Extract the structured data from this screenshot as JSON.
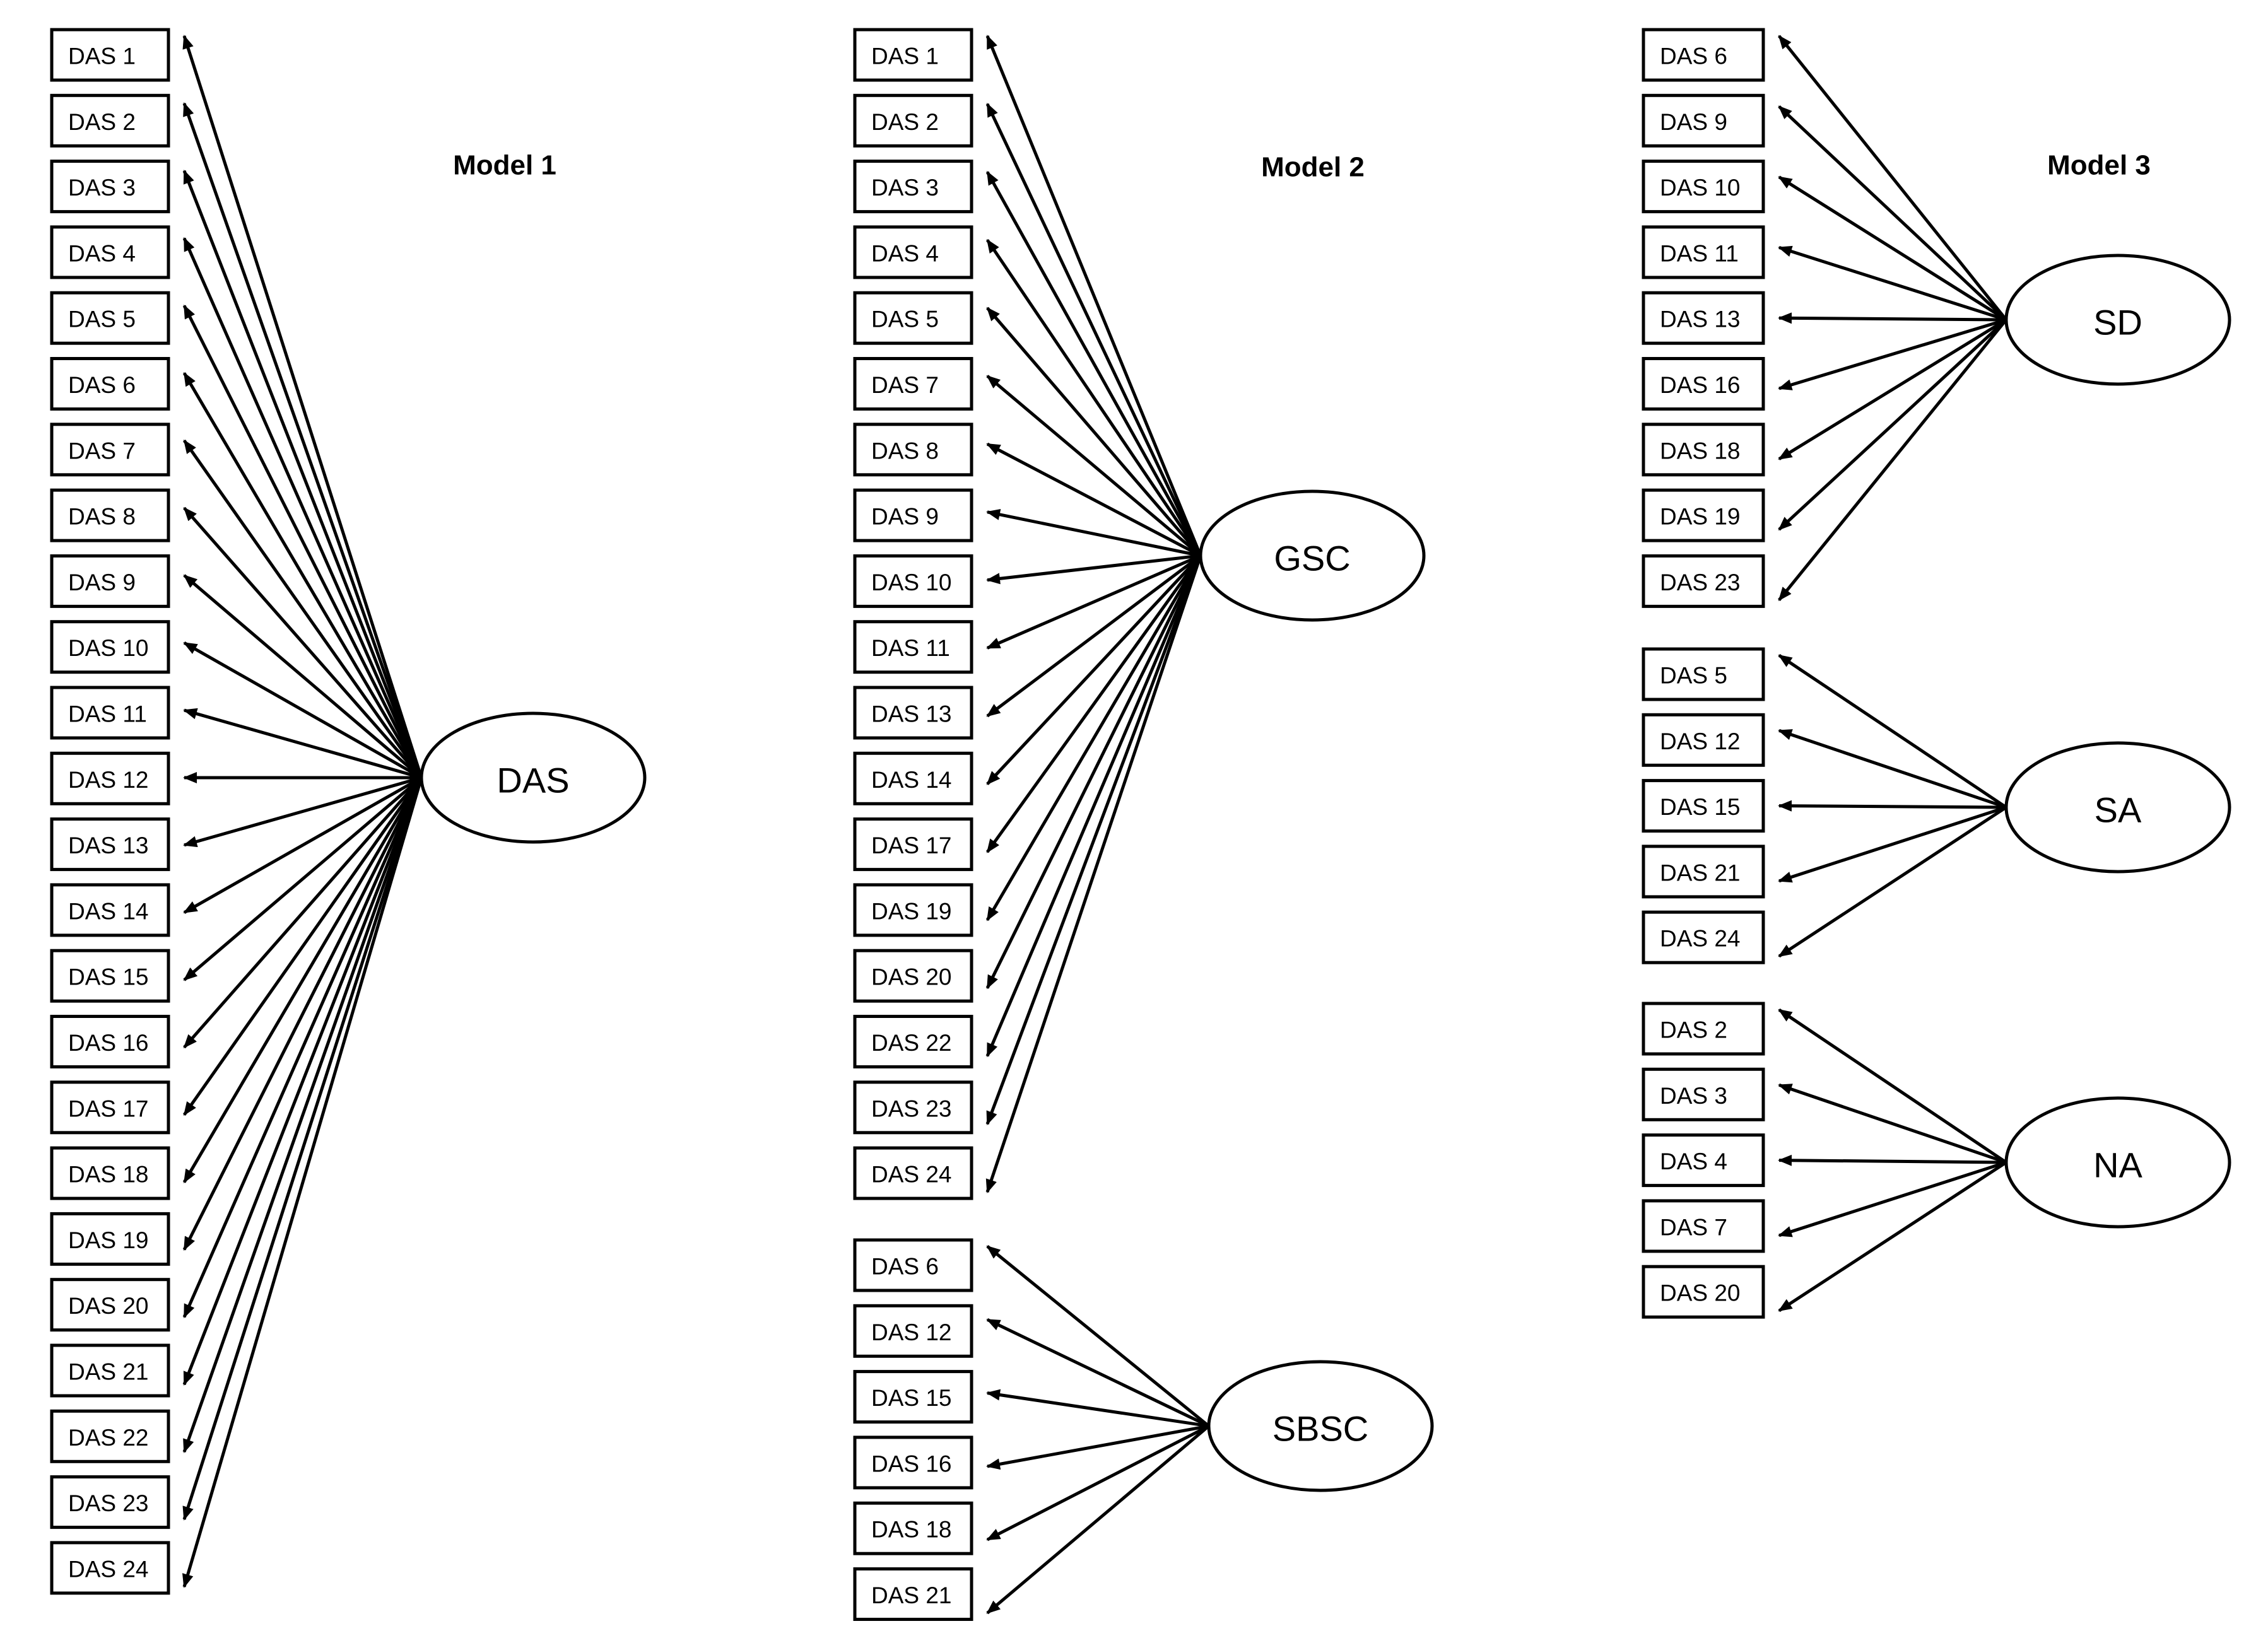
{
  "models": [
    {
      "title": "Model 1",
      "factors": [
        {
          "label": "DAS",
          "items": [
            "DAS 1",
            "DAS 2",
            "DAS 3",
            "DAS 4",
            "DAS 5",
            "DAS 6",
            "DAS 7",
            "DAS 8",
            "DAS 9",
            "DAS 10",
            "DAS 11",
            "DAS 12",
            "DAS 13",
            "DAS 14",
            "DAS 15",
            "DAS 16",
            "DAS 17",
            "DAS 18",
            "DAS 19",
            "DAS 20",
            "DAS 21",
            "DAS 22",
            "DAS 23",
            "DAS 24"
          ]
        }
      ]
    },
    {
      "title": "Model  2",
      "factors": [
        {
          "label": "GSC",
          "items": [
            "DAS 1",
            "DAS 2",
            "DAS 3",
            "DAS 4",
            "DAS 5",
            "DAS 7",
            "DAS 8",
            "DAS 9",
            "DAS 10",
            "DAS 11",
            "DAS 13",
            "DAS 14",
            "DAS 17",
            "DAS 19",
            "DAS 20",
            "DAS 22",
            "DAS 23",
            "DAS 24"
          ]
        },
        {
          "label": "SBSC",
          "items": [
            "DAS 6",
            "DAS 12",
            "DAS 15",
            "DAS 16",
            "DAS 18",
            "DAS 21"
          ]
        }
      ]
    },
    {
      "title": "Model  3",
      "factors": [
        {
          "label": "SD",
          "items": [
            "DAS 6",
            "DAS 9",
            "DAS 10",
            "DAS 11",
            "DAS 13",
            "DAS 16",
            "DAS 18",
            "DAS 19",
            "DAS 23"
          ]
        },
        {
          "label": "SA",
          "items": [
            "DAS 5",
            "DAS 12",
            "DAS 15",
            "DAS 21",
            "DAS 24"
          ]
        },
        {
          "label": "NA",
          "items": [
            "DAS 2",
            "DAS 3",
            "DAS 4",
            "DAS 7",
            "DAS 20"
          ]
        }
      ]
    }
  ]
}
